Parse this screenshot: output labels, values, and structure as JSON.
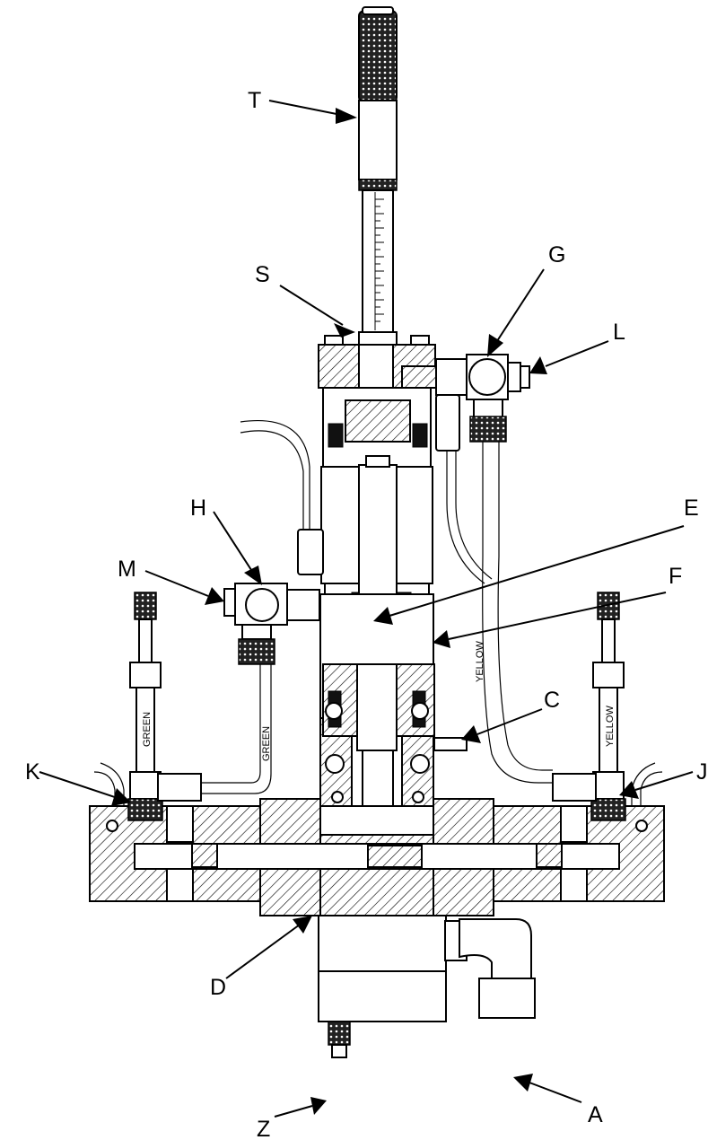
{
  "labels": {
    "T": "T",
    "S": "S",
    "G": "G",
    "L": "L",
    "H": "H",
    "M": "M",
    "E": "E",
    "F": "F",
    "C": "C",
    "K": "K",
    "J": "J",
    "D": "D",
    "A": "A",
    "Z": "Z"
  },
  "tube_text": {
    "green_left": "GREEN",
    "green_mid": "GREEN",
    "yellow_mid": "YELLOW",
    "yellow_right": "YELLOW"
  }
}
